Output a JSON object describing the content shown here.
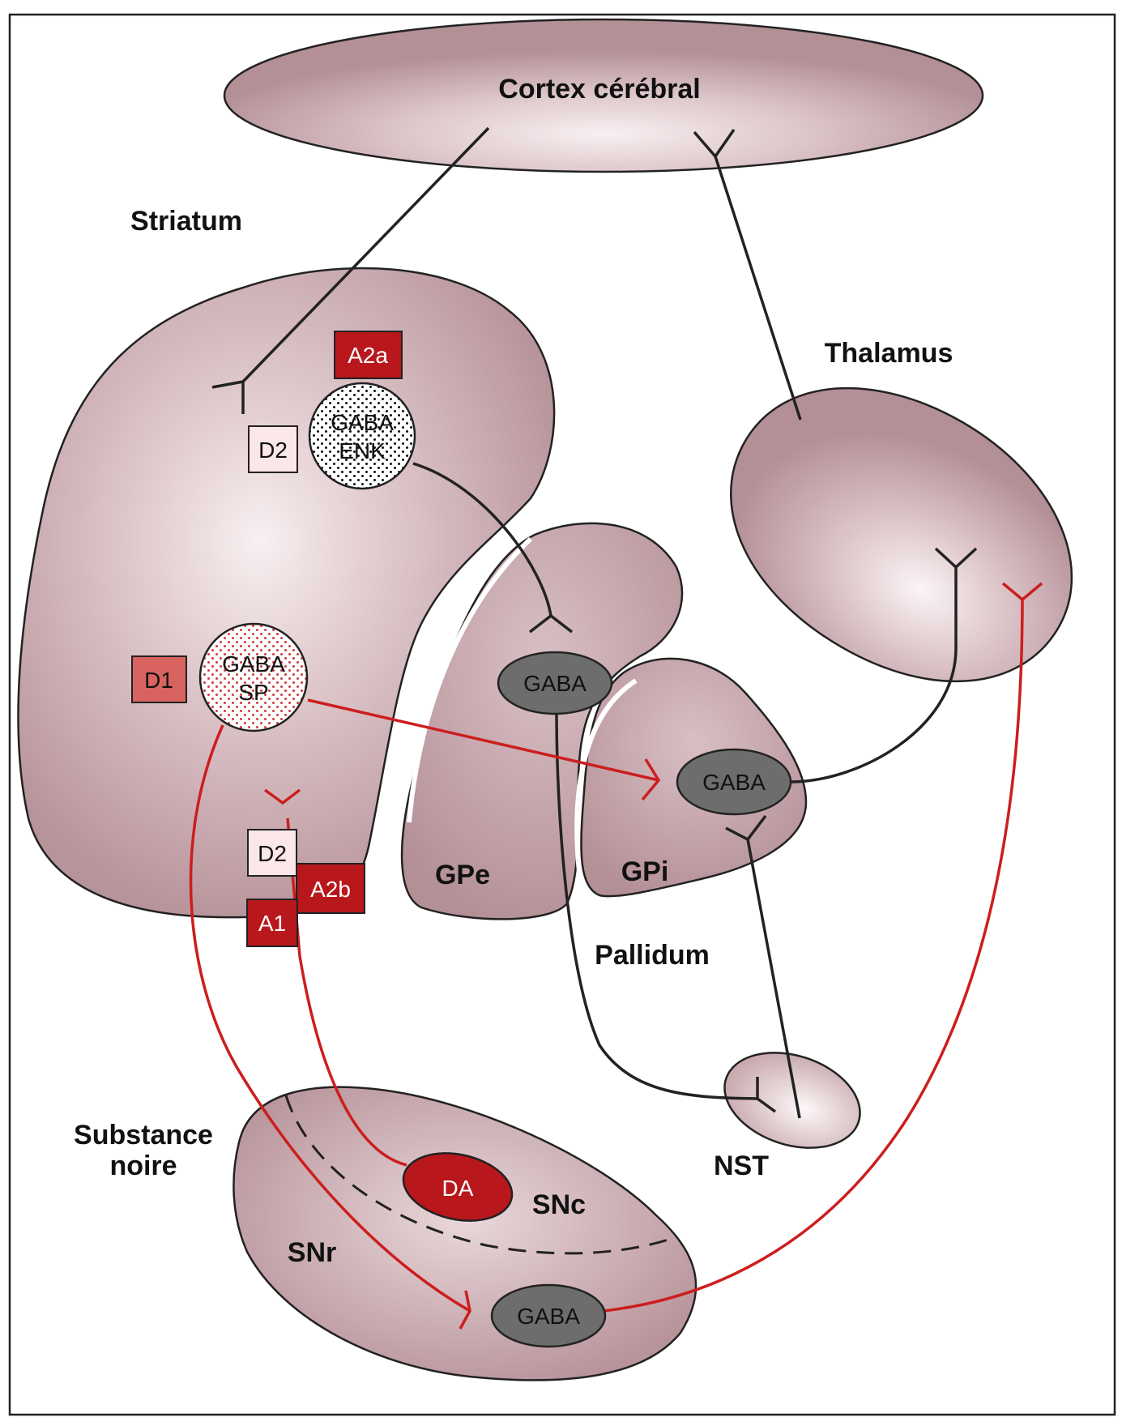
{
  "structures": {
    "cortex": "Cortex cérébral",
    "striatum": "Striatum",
    "thalamus": "Thalamus",
    "gpe": "GPe",
    "gpi": "GPi",
    "pallidum": "Pallidum",
    "nst": "NST",
    "substance_noire_line1": "Substance",
    "substance_noire_line2": "noire",
    "snc": "SNc",
    "snr": "SNr"
  },
  "neurons": {
    "gaba_enk_line1": "GABA",
    "gaba_enk_line2": "ENK",
    "gaba_sp_line1": "GABA",
    "gaba_sp_line2": "SP",
    "gpe_gaba": "GABA",
    "gpi_gaba": "GABA",
    "snr_gaba": "GABA",
    "da": "DA"
  },
  "receptors": {
    "a2a": "A2a",
    "d2_top": "D2",
    "d1": "D1",
    "d2_bottom": "D2",
    "a2b": "A2b",
    "a1": "A1"
  },
  "colors": {
    "nucleus_fill": "#b7939a",
    "nucleus_highlight": "#f8f0f1",
    "gaba_cell": "#6d6d6d",
    "dark_red": "#b8171c",
    "medium_red": "#d9635f",
    "pale_pink": "#fbe7e8",
    "excitatory_path": "#222222",
    "red_path": "#cc1e1e"
  }
}
